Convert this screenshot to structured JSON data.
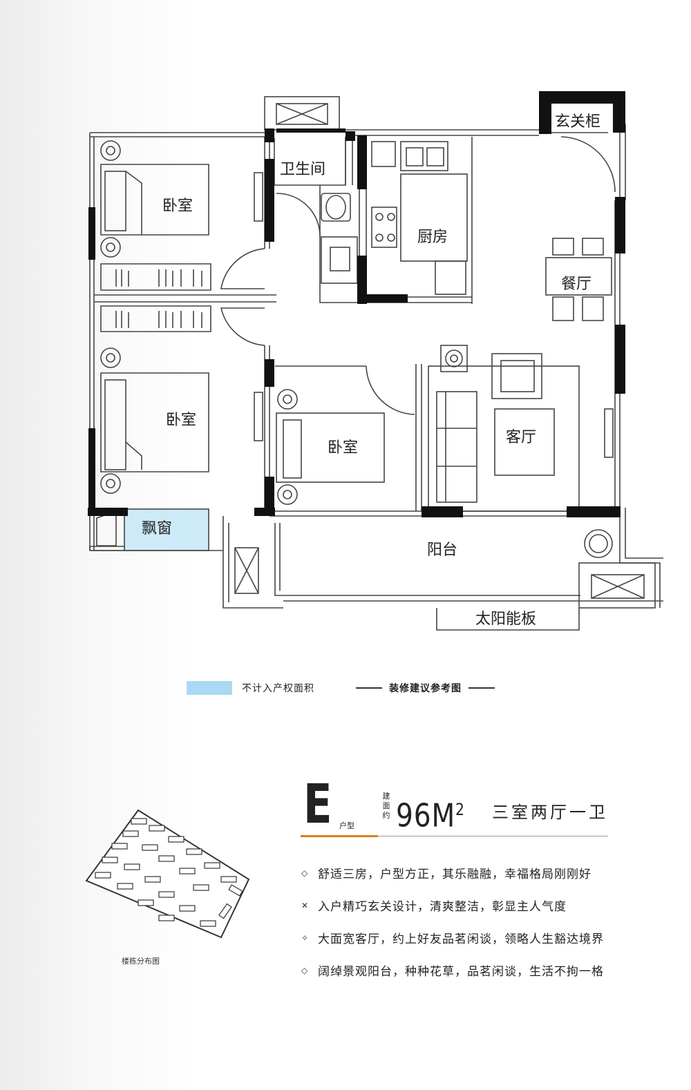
{
  "rooms": {
    "bedroom1": "卧室",
    "bedroom2": "卧室",
    "bedroom3": "卧室",
    "bathroom": "卫生间",
    "kitchen": "厨房",
    "dining": "餐厅",
    "living": "客厅",
    "balcony": "阳台",
    "bay_window": "飘窗",
    "entry_cabinet": "玄关柜",
    "solar_panel": "太阳能板"
  },
  "legend": {
    "swatch_label": "不计入产权面积",
    "note": "装修建议参考图",
    "swatch_color": "#a9daf2"
  },
  "unit": {
    "letter": "E",
    "type_label": "户型",
    "area_label": "建面约",
    "area_number": "96M",
    "area_sup": "2",
    "layout": "三室两厅一卫",
    "accent_color": "#e07a1f"
  },
  "features": [
    {
      "icon": "diamond-outline-icon",
      "mark": "◇",
      "text": "舒适三房，户型方正，其乐融融，幸福格局刚刚好"
    },
    {
      "icon": "cross-x-icon",
      "mark": "✕",
      "text": "入户精巧玄关设计，清爽整洁，彰显主人气度"
    },
    {
      "icon": "sparkle-icon",
      "mark": "✧",
      "text": "大面宽客厅，约上好友品茗闲谈，领略人生豁达境界"
    },
    {
      "icon": "diamond-outline-icon",
      "mark": "◇",
      "text": "阔绰景观阳台，种种花草，品茗闲谈，生活不拘一格"
    }
  ],
  "site_plan": {
    "caption": "楼栋分布图"
  }
}
